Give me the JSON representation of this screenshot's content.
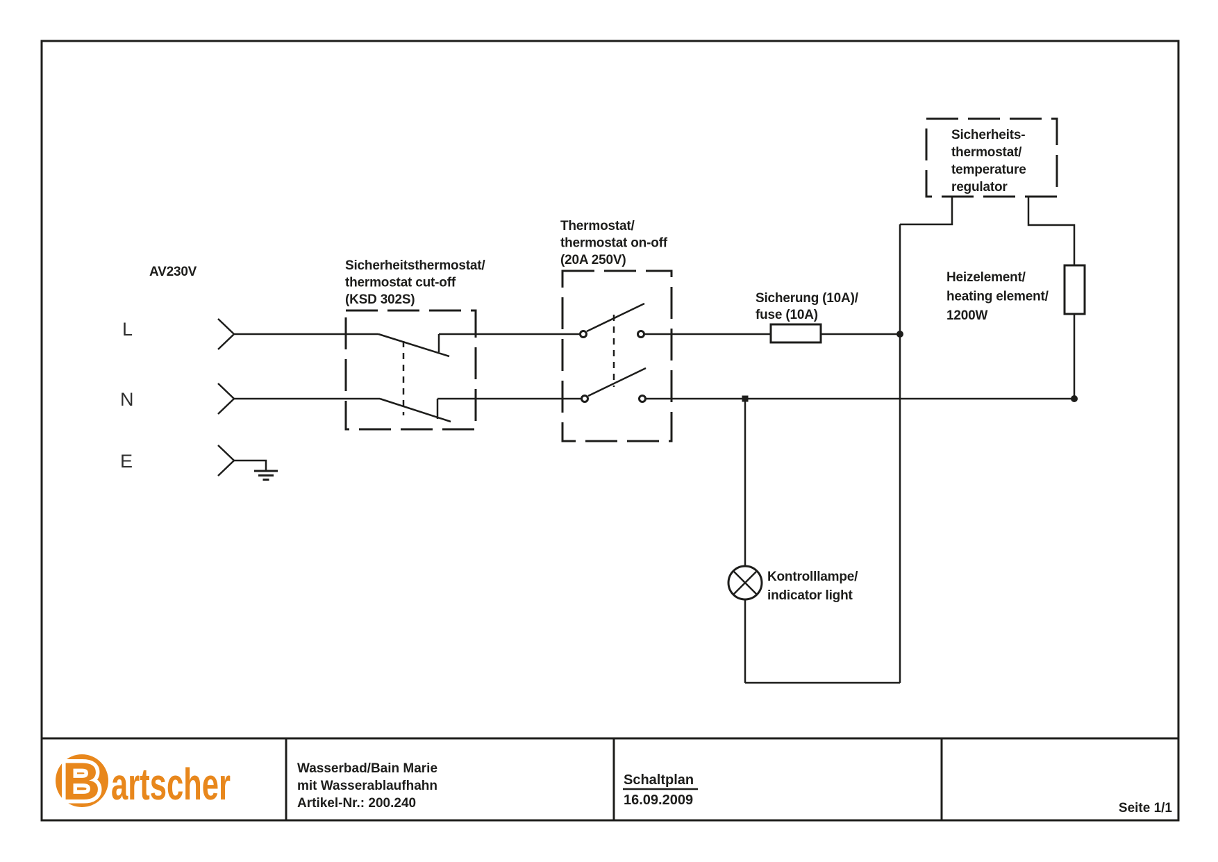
{
  "diagram": {
    "supply_label": "AV230V",
    "terminals": {
      "l": "L",
      "n": "N",
      "e": "E"
    },
    "labels": {
      "cutoff": [
        "Sicherheitsthermostat/",
        "thermostat cut-off",
        "(KSD 302S)"
      ],
      "thermostat": [
        "Thermostat/",
        "thermostat on-off",
        "(20A 250V)"
      ],
      "fuse": [
        "Sicherung (10A)/",
        "fuse (10A)"
      ],
      "regulator": [
        "Sicherheits-",
        "thermostat/",
        "temperature",
        "regulator"
      ],
      "heater": [
        "Heizelement/",
        "heating element/",
        "1200W"
      ],
      "lamp": [
        "Kontrolllampe/",
        "indicator light"
      ]
    }
  },
  "footer": {
    "logo": {
      "b": "B",
      "rest": "artscher",
      "color": "#E8871C"
    },
    "product": [
      "Wasserbad/Bain Marie",
      "mit Wasserablaufhahn",
      "Artikel-Nr.: 200.240"
    ],
    "plan": {
      "title": "Schaltplan",
      "date": "16.09.2009"
    },
    "page_label": "Seite 1/1"
  },
  "colors": {
    "line": "#1d1d1b",
    "logo_orange": "#E8871C"
  }
}
